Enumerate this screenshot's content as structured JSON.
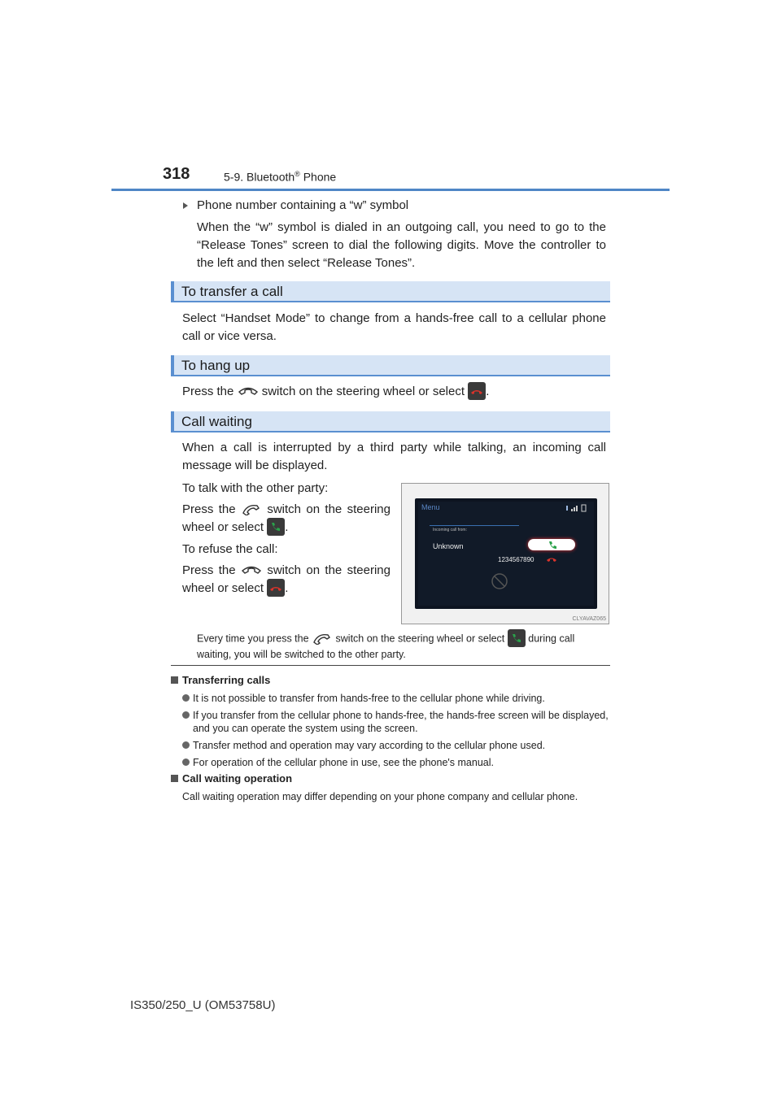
{
  "header": {
    "page_number": "318",
    "section": "5-9. Bluetooth",
    "section_mark": "®",
    "section_suffix": " Phone"
  },
  "w_symbol": {
    "heading": "Phone number containing a “w” symbol",
    "body": "When the “w” symbol is dialed in an outgoing call, you need to go to the “Release Tones” screen to dial the following digits. Move the controller to the left and then select “Release Tones”."
  },
  "transfer": {
    "title": "To transfer a call",
    "body": "Select “Handset Mode” to change from a hands-free call to a cellular phone call or vice versa."
  },
  "hangup": {
    "title": "To hang up",
    "body_pre": "Press the",
    "body_mid": "switch on the steering wheel or select",
    "body_end": "."
  },
  "waiting": {
    "title": "Call waiting",
    "intro": "When a call is interrupted by a third party while talking, an incoming call message will be displayed.",
    "talk_label": "To talk with the other party:",
    "talk_pre": "Press the",
    "talk_mid": "switch on the steering wheel or select",
    "talk_end": ".",
    "refuse_label": "To refuse the call:",
    "refuse_pre": "Press the",
    "refuse_mid": "switch on the steering wheel or select",
    "refuse_end": ".",
    "note_pre": "Every time you press the",
    "note_mid": "switch on the steering wheel or select",
    "note_end": "during call waiting, you will be switched to the other party."
  },
  "screen": {
    "menu": "Menu",
    "incoming": "Incoming call from:",
    "caller": "Unknown",
    "number": "1234567890",
    "image_code": "CLYAVAZ065"
  },
  "notes": {
    "transferring_title": "Transferring calls",
    "bullets": [
      "It is not possible to transfer from hands-free to the cellular phone while driving.",
      "If you transfer from the cellular phone to hands-free, the hands-free screen will be displayed, and you can operate the system using the screen.",
      "Transfer method and operation may vary according to the cellular phone used.",
      "For operation of the cellular phone in use, see the phone's manual."
    ],
    "waiting_title": "Call waiting operation",
    "waiting_body": "Call waiting operation may differ depending on your phone company and cellular phone."
  },
  "footer": {
    "code": "IS350/250_U (OM53758U)"
  },
  "colors": {
    "accent": "#4f86c6",
    "band": "#d6e4f5",
    "hangup_red": "#d9332b",
    "answer_green": "#2aa14a"
  }
}
